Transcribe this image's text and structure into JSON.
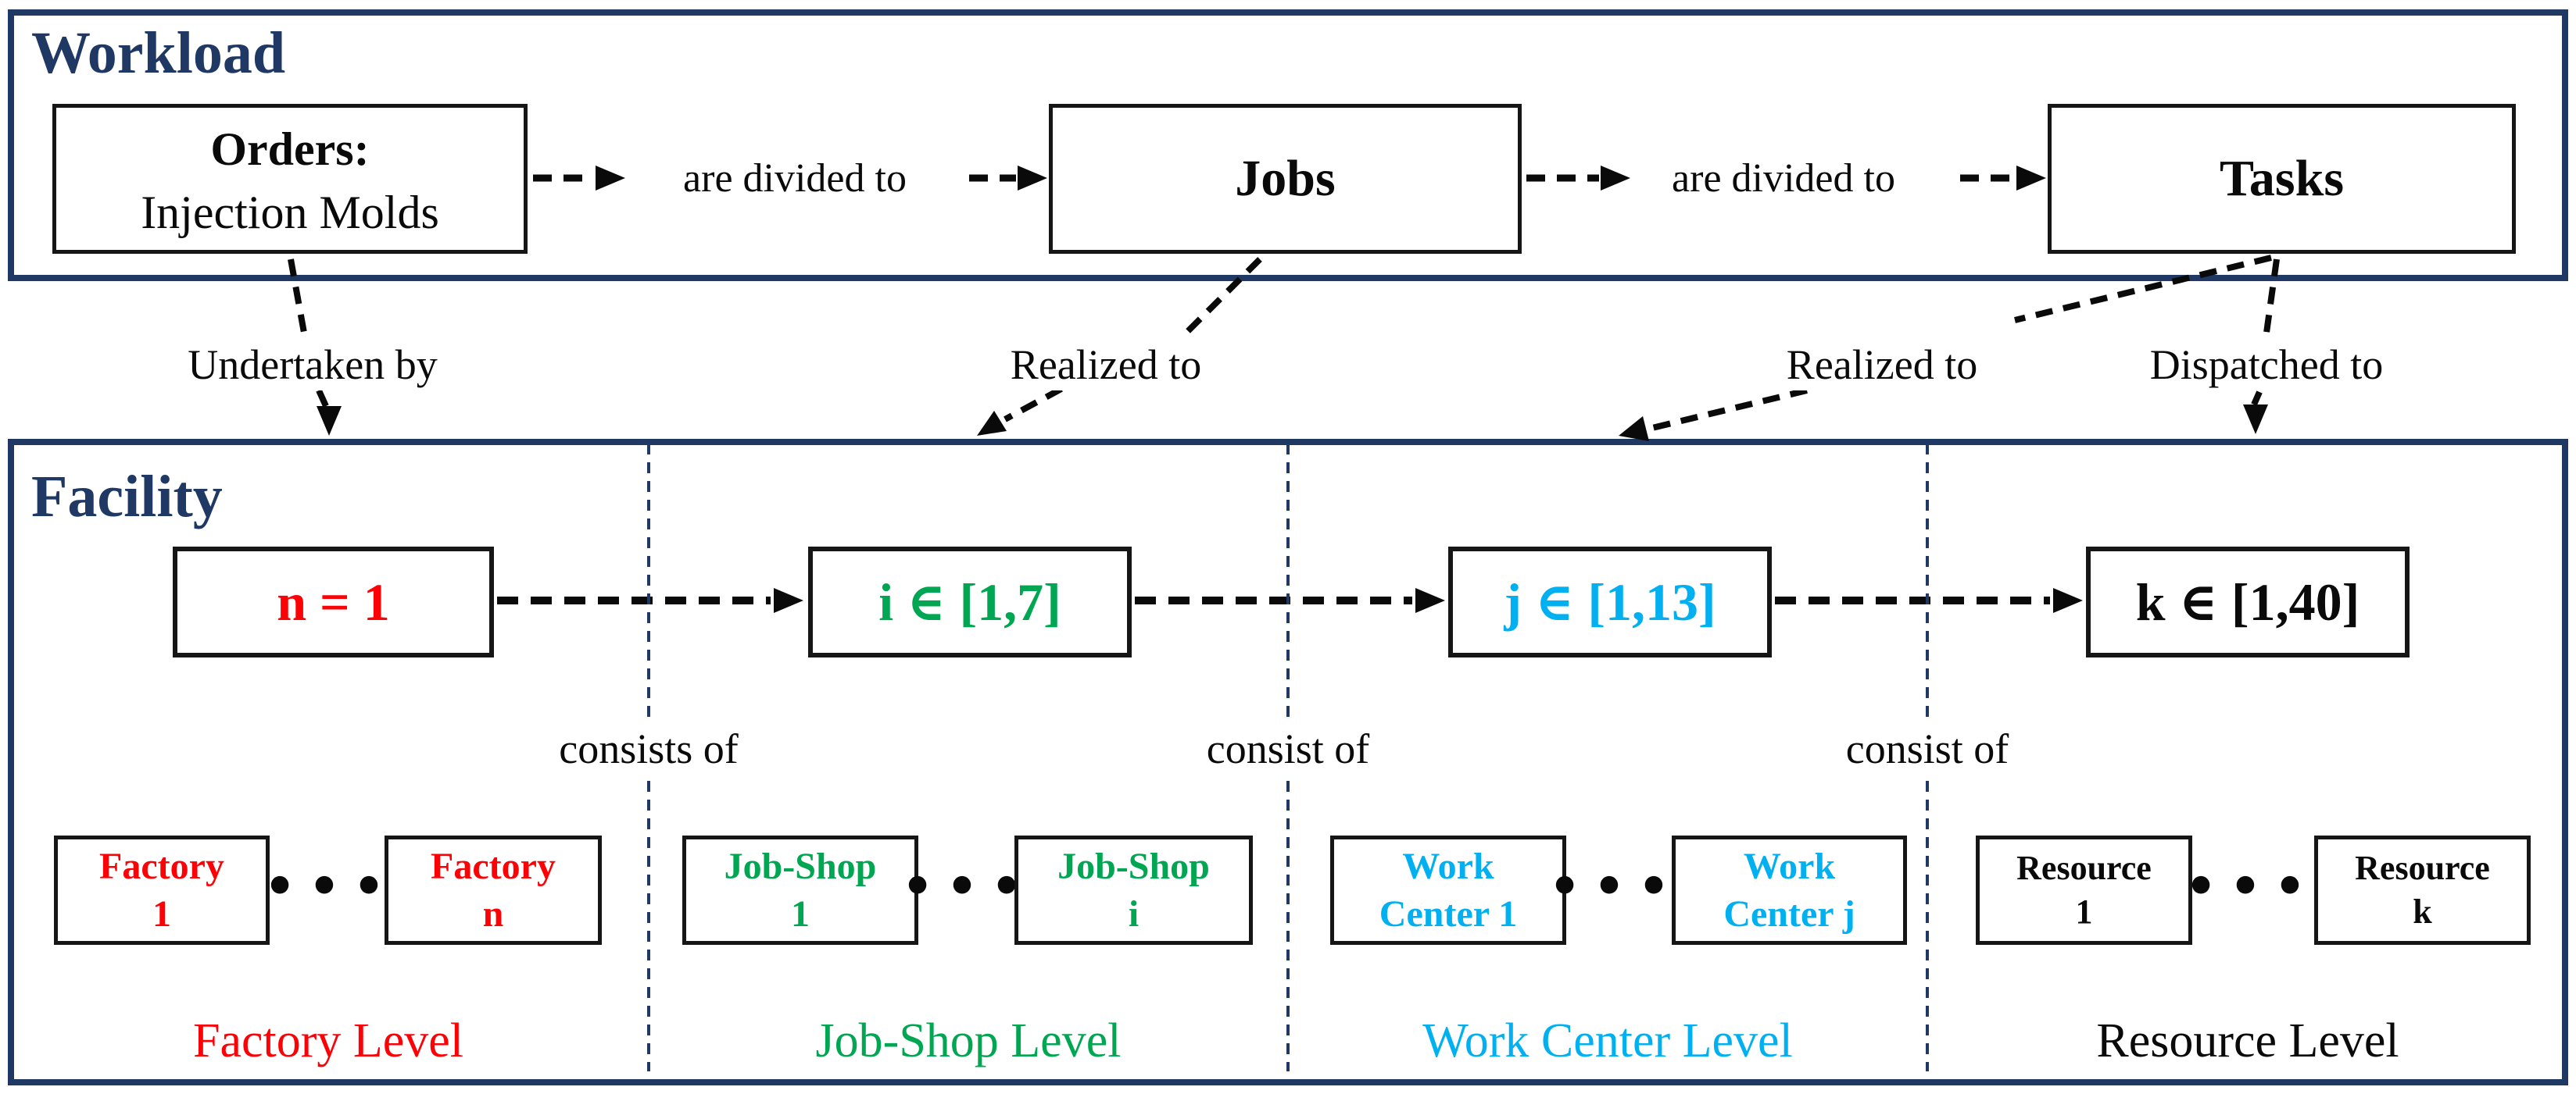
{
  "figure": {
    "type": "hierarchy-flow-diagram",
    "description": "Workload decomposition mapped onto facility levels"
  },
  "colors": {
    "navy_frame": "#1F3864",
    "black": "#0A0A0A",
    "factory_red": "#FB0207",
    "jobshop_green": "#00A651",
    "workcenter_cyan": "#00B0F0",
    "background": "#FFFFFF"
  },
  "workload": {
    "title": "Workload",
    "orders_box": {
      "line1": "Orders:",
      "line2": "Injection Molds"
    },
    "jobs_box": "Jobs",
    "tasks_box": "Tasks",
    "arrow_label_orders_jobs": "are divided to",
    "arrow_label_jobs_tasks": "are divided to"
  },
  "connectors": {
    "undertaken_by": "Undertaken by",
    "realized_to_jobshop": "Realized to",
    "realized_to_workcenter": "Realized to",
    "dispatched_to": "Dispatched to"
  },
  "facility": {
    "title": "Facility",
    "ellipsis": "•••",
    "consist_labels": [
      "consists of",
      "consist of",
      "consist of"
    ],
    "columns": [
      {
        "variable": "n = 1",
        "box_a": {
          "line1": "Factory",
          "line2": "1"
        },
        "box_b": {
          "line1": "Factory",
          "line2": "n"
        },
        "level": "Factory Level",
        "color": "#FB0207"
      },
      {
        "variable": "i ∈ [1,7]",
        "box_a": {
          "line1": "Job-Shop",
          "line2": "1"
        },
        "box_b": {
          "line1": "Job-Shop",
          "line2": "i"
        },
        "level": "Job-Shop Level",
        "color": "#00A651"
      },
      {
        "variable": "j ∈ [1,13]",
        "box_a": {
          "line1": "Work",
          "line2": "Center 1"
        },
        "box_b": {
          "line1": "Work",
          "line2": "Center j"
        },
        "level": "Work Center Level",
        "color": "#00B0F0"
      },
      {
        "variable": "k ∈ [1,40]",
        "box_a": {
          "line1": "Resource",
          "line2": "1"
        },
        "box_b": {
          "line1": "Resource",
          "line2": "k"
        },
        "level": "Resource Level",
        "color": "#0A0A0A"
      }
    ]
  }
}
